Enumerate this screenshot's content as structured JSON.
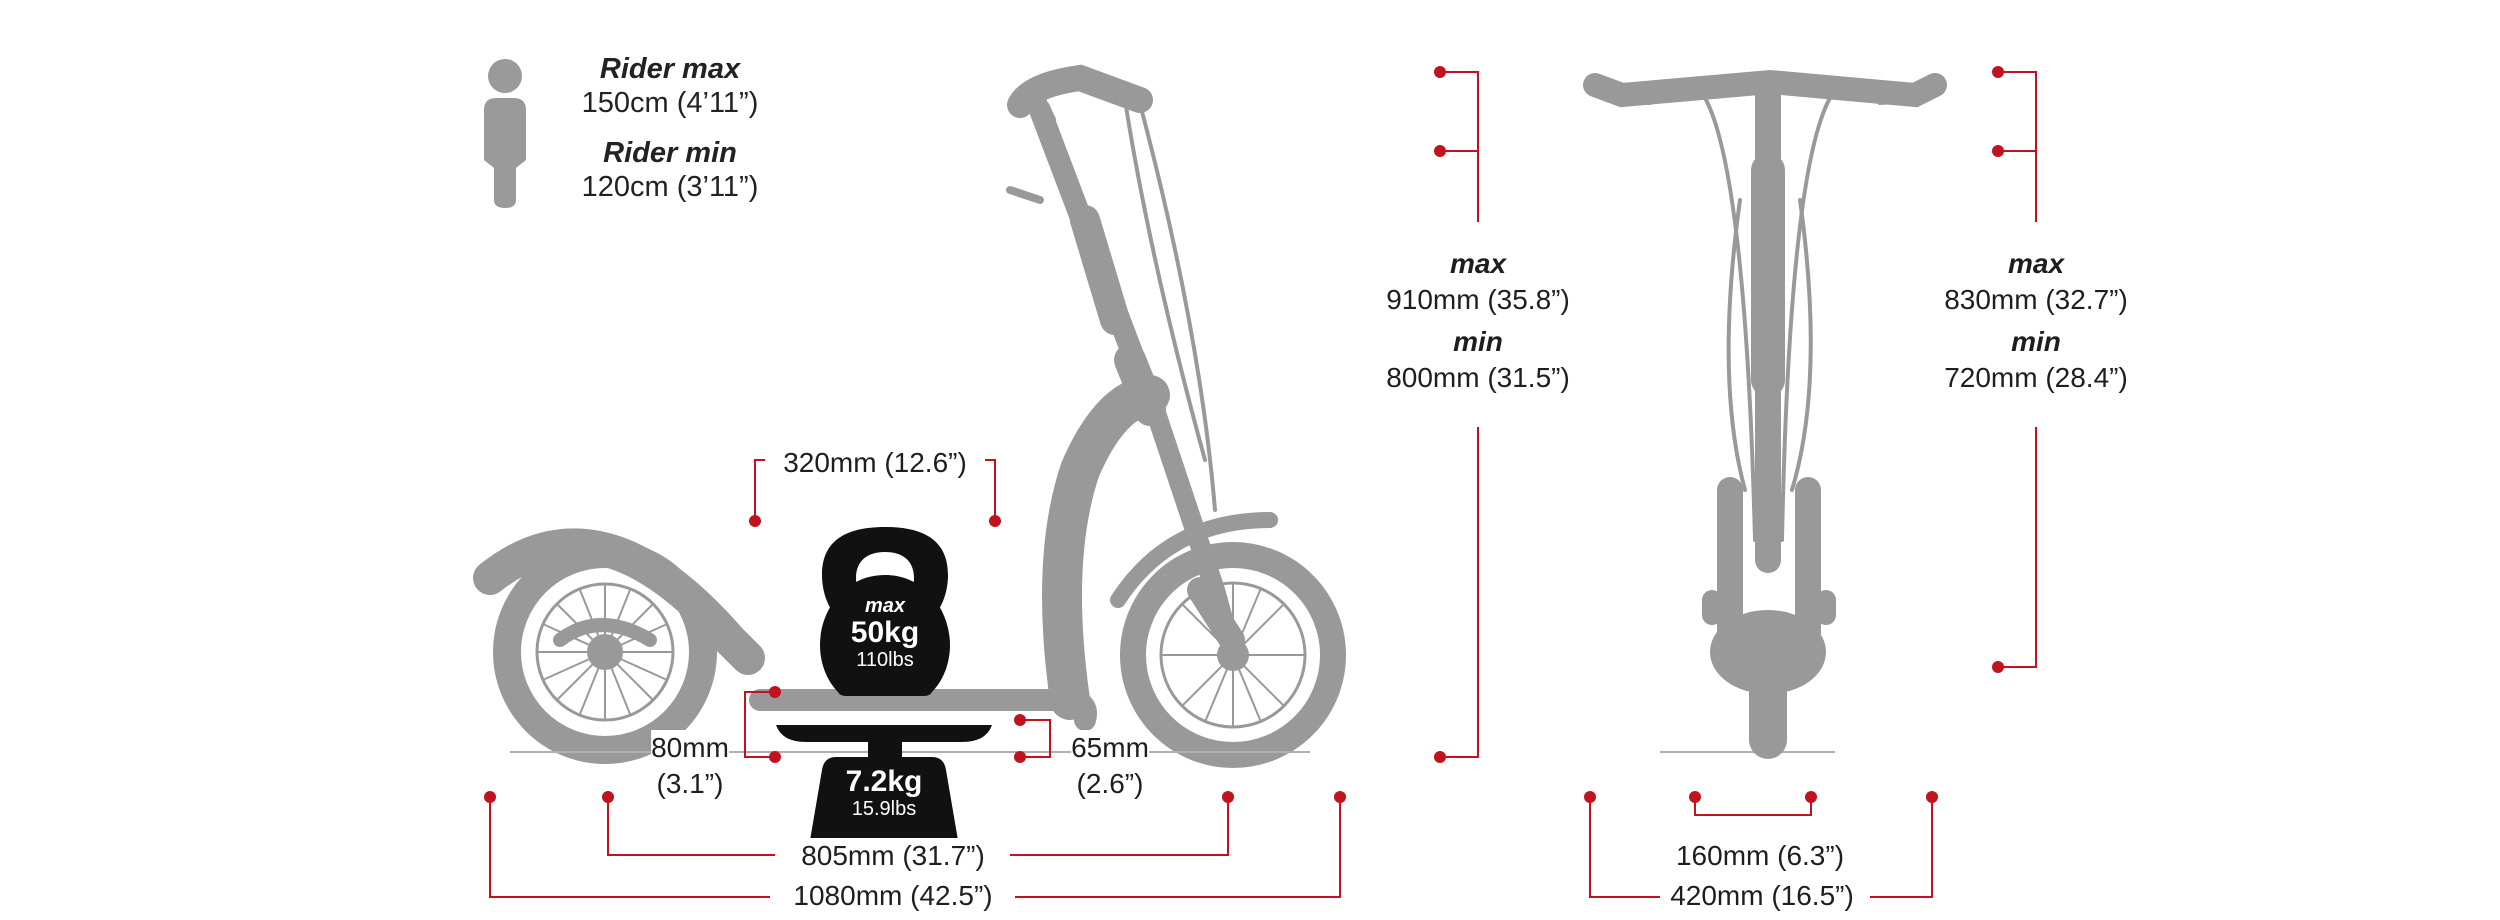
{
  "colors": {
    "accent": "#c1121f",
    "silhouette": "#999999",
    "weight_icon": "#111111",
    "text": "#1e1e1e"
  },
  "rider": {
    "icon": "person-icon",
    "max_label": "Rider max",
    "max_value": "150cm (4’11”)",
    "min_label": "Rider min",
    "min_value": "120cm (3’11”)"
  },
  "side_view": {
    "deck_length": "320mm (12.6”)",
    "deck_height_rear": {
      "mm": "80mm",
      "in": "(3.1”)"
    },
    "deck_height_front": {
      "mm": "65mm",
      "in": "(2.6”)"
    },
    "wheelbase": "805mm (31.7”)",
    "overall_length": "1080mm (42.5”)",
    "max_load": {
      "icon": "kettlebell-icon",
      "label": "max",
      "kg": "50kg",
      "lbs": "110lbs"
    },
    "scooter_weight": {
      "icon": "weight-icon",
      "kg": "7.2kg",
      "lbs": "15.9lbs"
    }
  },
  "height_left": {
    "max_label": "max",
    "max_value": "910mm (35.8”)",
    "min_label": "min",
    "min_value": "800mm (31.5”)"
  },
  "height_right": {
    "max_label": "max",
    "max_value": "830mm (32.7”)",
    "min_label": "min",
    "min_value": "720mm (28.4”)"
  },
  "front_view": {
    "inner_width": "160mm (6.3”)",
    "handlebar_width": "420mm (16.5”)"
  }
}
